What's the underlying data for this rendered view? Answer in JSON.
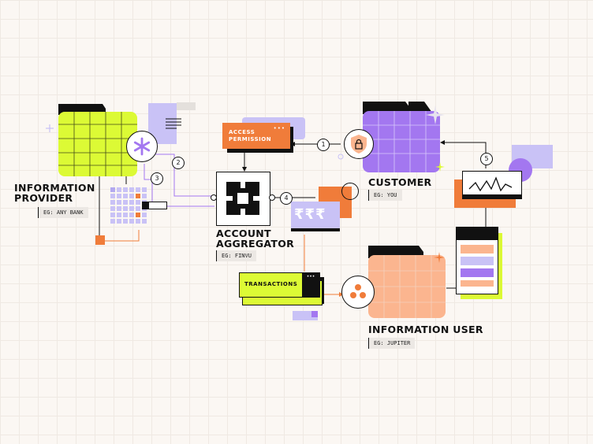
{
  "nodes": {
    "information_provider": {
      "title": "INFORMATION\nPROVIDER",
      "example": "EG: ANY BANK"
    },
    "account_aggregator": {
      "title": "ACCOUNT\nAGGREGATOR",
      "example": "EG: FINVU"
    },
    "customer": {
      "title": "CUSTOMER",
      "example": "EG: YOU"
    },
    "information_user": {
      "title": "INFORMATION USER",
      "example": "EG: JUPITER"
    }
  },
  "cards": {
    "access_permission": "ACCESS\nPERMISSION",
    "transactions": "TRANSACTIONS",
    "currency": "₹₹₹"
  },
  "steps": [
    "1",
    "2",
    "3",
    "4",
    "5"
  ],
  "colors": {
    "lime": "#dcfa35",
    "purple": "#a377f0",
    "lavender": "#c9c2f6",
    "orange": "#f07c3a",
    "peach": "#fbb58f",
    "ink": "#111111"
  },
  "icons": {
    "provider_badge": "asterisk-icon",
    "customer_badge": "lock-shield-icon",
    "user_badge": "dots-cluster-icon",
    "aggregator_logo": "aggregator-logo-icon",
    "chart": "zigzag-chart-icon"
  }
}
